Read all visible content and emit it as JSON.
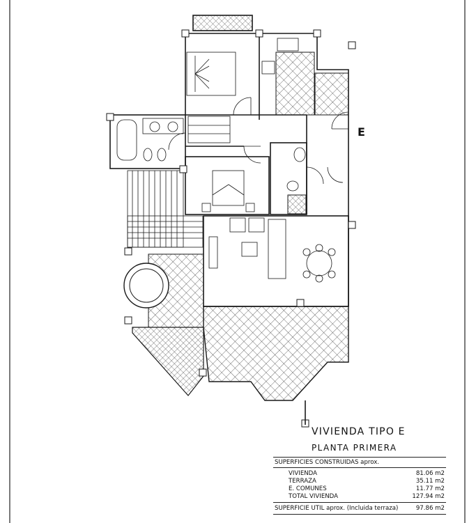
{
  "title": "VIVIENDA TIPO E",
  "subtitle": "PLANTA PRIMERA",
  "unit_tag": "E",
  "surfaces": {
    "header": "SUPERFICIES CONSTRUIDAS aprox.",
    "rows": [
      {
        "label": "VIVIENDA",
        "value": "81.06 m2"
      },
      {
        "label": "TERRAZA",
        "value": "35.11 m2"
      },
      {
        "label": "E. COMUNES",
        "value": "11.77 m2"
      },
      {
        "label": "TOTAL VIVIENDA",
        "value": "127.94 m2"
      }
    ],
    "footer_label": "SUPERFICIE UTIL aprox. (Incluida terraza)",
    "footer_value": "97.86 m2"
  },
  "colors": {
    "line": "#1a1a1a",
    "hatch": "#333333",
    "background": "#ffffff"
  }
}
